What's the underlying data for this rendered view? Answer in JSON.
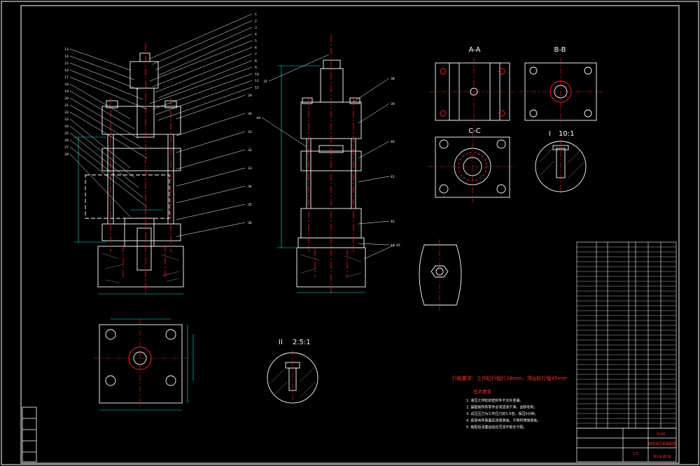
{
  "colors": {
    "background": "#000000",
    "outline": "#ffffff",
    "centerline": "#ff2020",
    "dimension": "#00e6e6",
    "leader": "#ffffff",
    "note_text": "#ff3030"
  },
  "views": {
    "section_aa": "A-A",
    "section_bb": "B-B",
    "section_cc": "C-C",
    "detail_i": "I",
    "detail_i_scale": "10:1",
    "detail_ii": "II",
    "detail_ii_scale": "2.5:1"
  },
  "balloons_left": [
    "1",
    "2",
    "3",
    "4",
    "5",
    "6",
    "7",
    "8",
    "9",
    "10",
    "11",
    "12",
    "13",
    "14",
    "15",
    "16",
    "17",
    "18",
    "19",
    "20",
    "21",
    "22",
    "23",
    "24",
    "25",
    "26",
    "27",
    "28",
    "29",
    "30",
    "31",
    "32",
    "33",
    "34",
    "35",
    "36"
  ],
  "balloons_right": [
    "37",
    "38",
    "39",
    "40",
    "41",
    "42",
    "43",
    "44",
    "45"
  ],
  "notes": {
    "stroke_note": "行程要求：工作缸行程行18mm，顶出缸行程45mm",
    "tech_title": "技术要求",
    "tech_items": [
      "1. 液压工作缸的密封件不允许泄漏。",
      "2. 装配前所有零件必须清洗干净，去除毛刺。",
      "3. 试压压力为工作压力的1.5倍，保压5分钟。",
      "4. 各导向件表面应涂润滑油，不得有锈蚀现象。",
      "5. 装配后活塞运动应灵活平稳无卡阻。"
    ]
  },
  "title_block": {
    "drawing_no": "YJ-00",
    "title": "四柱液压机装配图",
    "scale": "1:5",
    "sheet": "共1张 第1张"
  }
}
